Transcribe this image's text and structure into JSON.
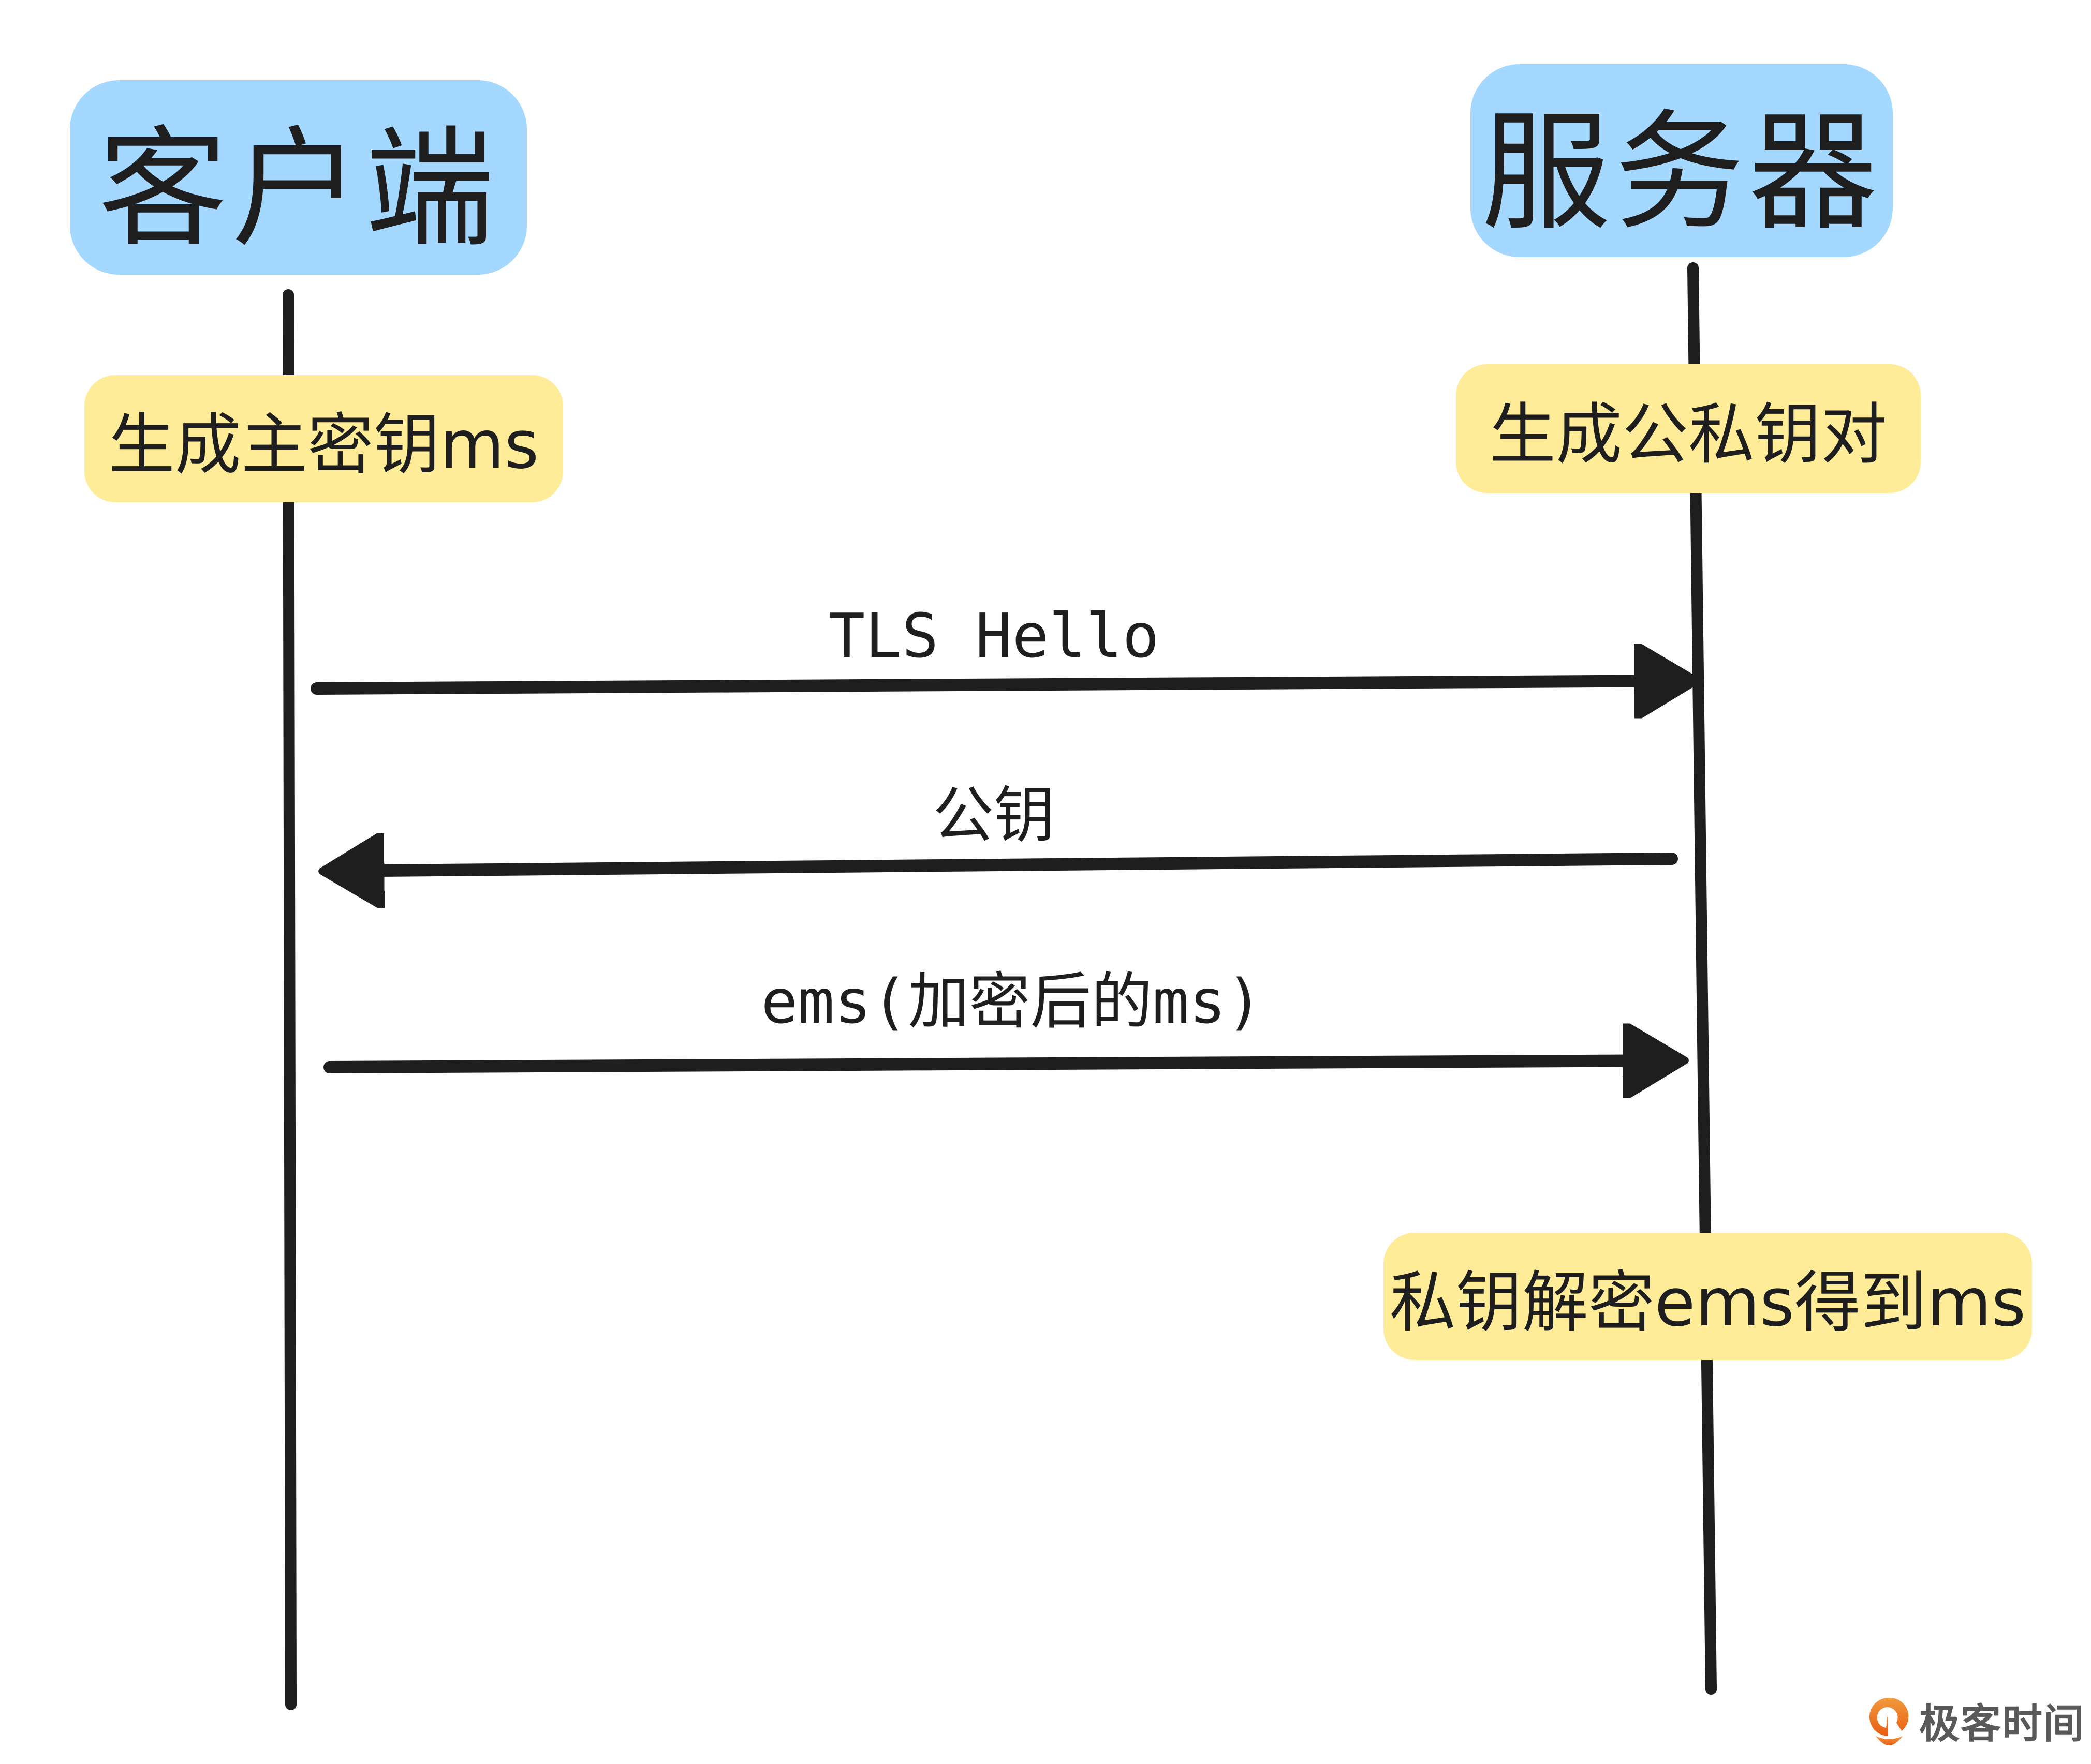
{
  "participants": {
    "client": {
      "label": "客户端"
    },
    "server": {
      "label": "服务器"
    }
  },
  "notes": {
    "client_generate": "生成主密钥ms",
    "server_generate": "生成公私钥对",
    "server_decrypt": "私钥解密ems得到ms"
  },
  "messages": [
    {
      "label": "TLS Hello",
      "from": "client",
      "to": "server"
    },
    {
      "label": "公钥",
      "from": "server",
      "to": "client"
    },
    {
      "label": "ems(加密后的ms)",
      "from": "client",
      "to": "server"
    }
  ],
  "colors": {
    "actor_fill": "#a5d8ff",
    "note_fill": "#ffec99",
    "stroke": "#1e1e1e",
    "logo_orange": "#ec6a1e",
    "logo_text": "#595959"
  },
  "watermark": {
    "text": "极客时间"
  }
}
